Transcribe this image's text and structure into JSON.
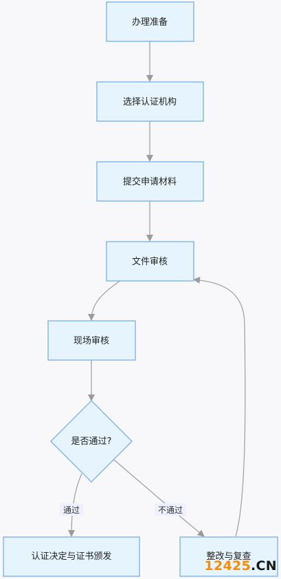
{
  "nodes": {
    "prepare": "办理准备",
    "select_body": "选择认证机构",
    "submit_materials": "提交申请材料",
    "document_review": "文件审核",
    "onsite_review": "现场审核",
    "decision": "是否通过?",
    "certify": "认证决定与证书颁发",
    "rectify": "整改与复查"
  },
  "edges": {
    "pass": "通过",
    "fail": "不通过"
  },
  "watermark": {
    "digits": "12425",
    "suffix": ".CN"
  }
}
